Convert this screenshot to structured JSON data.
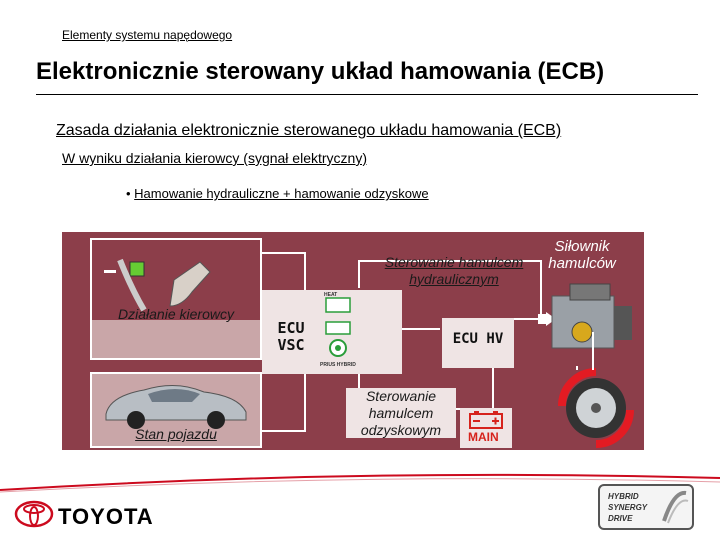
{
  "header": {
    "breadcrumb": "Elementy systemu napędowego",
    "title": "Elektronicznie sterowany układ hamowania (ECB)",
    "subtitle": "Zasada działania elektronicznie sterowanego układu hamowania (ECB)",
    "subtitle2": "W wyniku działania kierowcy (sygnał elektryczny)",
    "bullet": "Hamowanie hydrauliczne + hamowanie odzyskowe"
  },
  "diagram": {
    "driver_action": "Działanie kierowcy",
    "vehicle_state": "Stan pojazdu",
    "ecu_vsc": "ECU VSC",
    "ecu_hv": "ECU HV",
    "hydraulic": "Sterowanie hamulcem hydraulicznym",
    "regen": "Sterowanie hamulcem odzyskowym",
    "actuator": "Siłownik hamulców",
    "icon_heat": "HEAT",
    "icon_prius": "PRIUS HYBRID",
    "icon_main": "MAIN"
  },
  "footer": {
    "brand": "TOYOTA",
    "badge": [
      "HYBRID",
      "SYNERGY",
      "DRIVE"
    ]
  },
  "colors": {
    "panel": "#8c3e4a",
    "toyota_red": "#cc0a1e",
    "wheel_red": "#e31b23"
  }
}
